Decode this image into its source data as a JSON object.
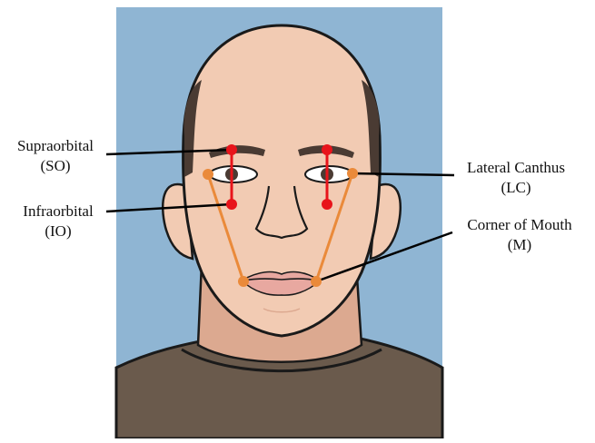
{
  "colors": {
    "background_panel": "#8fb5d3",
    "skin": "#f2cbb3",
    "skin_shadow": "#dca990",
    "hair": "#4a3b33",
    "shirt": "#6a5a4c",
    "outline": "#1a1a1a",
    "red_marker": "#e8141b",
    "orange_marker": "#ea8a3a",
    "leader_line": "#000000"
  },
  "labels": {
    "supraorbital": {
      "name": "Supraorbital",
      "abbr": "(SO)"
    },
    "infraorbital": {
      "name": "Infraorbital",
      "abbr": "(IO)"
    },
    "lateral_canthus": {
      "name": "Lateral Canthus",
      "abbr": "(LC)"
    },
    "corner_of_mouth": {
      "name": "Corner of Mouth",
      "abbr": "(M)"
    }
  }
}
